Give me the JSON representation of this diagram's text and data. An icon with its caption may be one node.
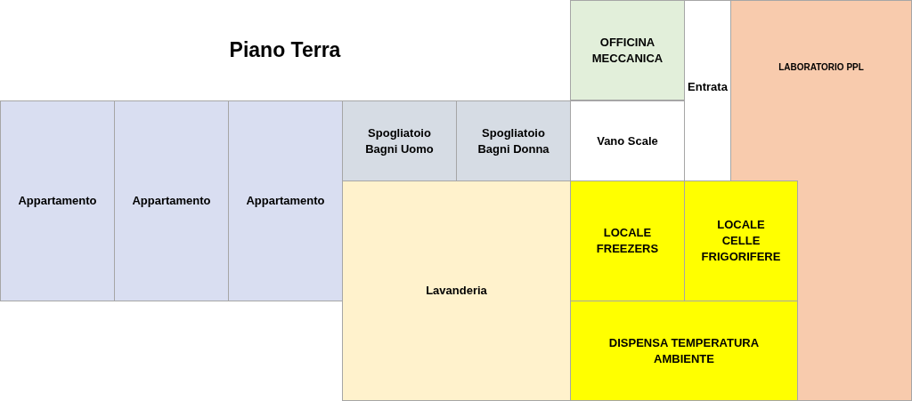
{
  "diagram": {
    "title": "Piano Terra",
    "nodes": [
      {
        "text": [
          "OFFICINA MECCANICA"
        ]
      },
      {
        "text": [
          "Entrata"
        ]
      },
      {
        "text": [
          "LABORATORIO PPL"
        ]
      },
      {
        "text": [
          "Appartamento"
        ]
      },
      {
        "text": [
          "Appartamento"
        ]
      },
      {
        "text": [
          "Appartamento"
        ]
      },
      {
        "text": [
          "Spogliatoio Bagni Uomo"
        ]
      },
      {
        "text": [
          "Spogliatoio Bagni Donna"
        ]
      },
      {
        "text": [
          "Vano Scale"
        ]
      },
      {
        "text": [
          "LOCALE FREEZERS"
        ]
      },
      {
        "text": [
          "LOCALE CELLE FRIGORIFERE"
        ]
      },
      {
        "text": [
          "Lavanderia"
        ]
      },
      {
        "text": [
          "DISPENSA TEMPERATURA AMBIENTE"
        ]
      }
    ],
    "edges": []
  }
}
